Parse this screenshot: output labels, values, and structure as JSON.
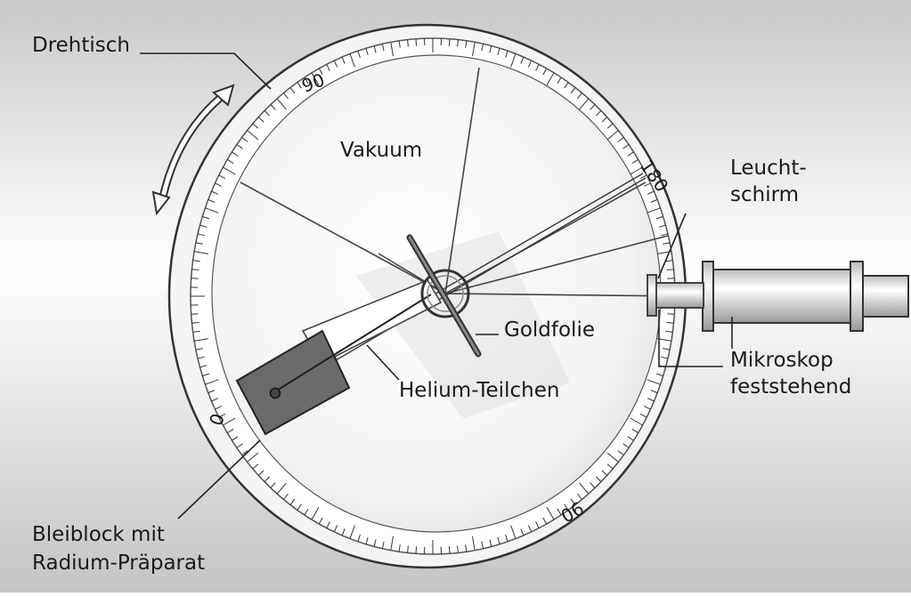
{
  "labels": {
    "drehtisch": "Drehtisch",
    "vakuum": "Vakuum",
    "leucht_line1": "Leucht-",
    "leucht_line2": "schirm",
    "goldfolie": "Goldfolie",
    "mikroskop_line1": "Mikroskop",
    "mikroskop_line2": "feststehend",
    "helium": "Helium-Teilchen",
    "bleiblock_line1": "Bleiblock mit",
    "bleiblock_line2": "Radium-Präparat"
  },
  "scale_labels": {
    "s0": "0",
    "s90": "90",
    "s180": "180",
    "s90b": "90"
  },
  "colors": {
    "background_light": "#ffffff",
    "background_dark": "#c9c9c9",
    "lead_block": "#6a6a6a",
    "line": "#444444"
  }
}
